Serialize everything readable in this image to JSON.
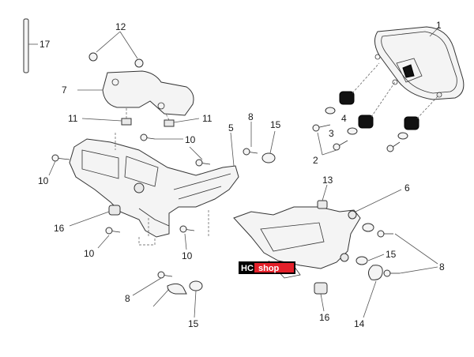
{
  "labels": [
    {
      "id": "1",
      "text": "1"
    },
    {
      "id": "2",
      "text": "2"
    },
    {
      "id": "3",
      "text": "3"
    },
    {
      "id": "4",
      "text": "4"
    },
    {
      "id": "5",
      "text": "5"
    },
    {
      "id": "6",
      "text": "6"
    },
    {
      "id": "7",
      "text": "7"
    },
    {
      "id": "8a",
      "text": "8"
    },
    {
      "id": "8b",
      "text": "8"
    },
    {
      "id": "8c",
      "text": "8"
    },
    {
      "id": "10a",
      "text": "10"
    },
    {
      "id": "10b",
      "text": "10"
    },
    {
      "id": "10c",
      "text": "10"
    },
    {
      "id": "10d",
      "text": "10"
    },
    {
      "id": "11a",
      "text": "11"
    },
    {
      "id": "11b",
      "text": "11"
    },
    {
      "id": "12",
      "text": "12"
    },
    {
      "id": "13",
      "text": "13"
    },
    {
      "id": "14",
      "text": "14"
    },
    {
      "id": "15a",
      "text": "15"
    },
    {
      "id": "15b",
      "text": "15"
    },
    {
      "id": "15c",
      "text": "15"
    },
    {
      "id": "16a",
      "text": "16"
    },
    {
      "id": "16b",
      "text": "16"
    },
    {
      "id": "17",
      "text": "17"
    }
  ],
  "watermark": {
    "left": "HC",
    "right": "shop"
  }
}
